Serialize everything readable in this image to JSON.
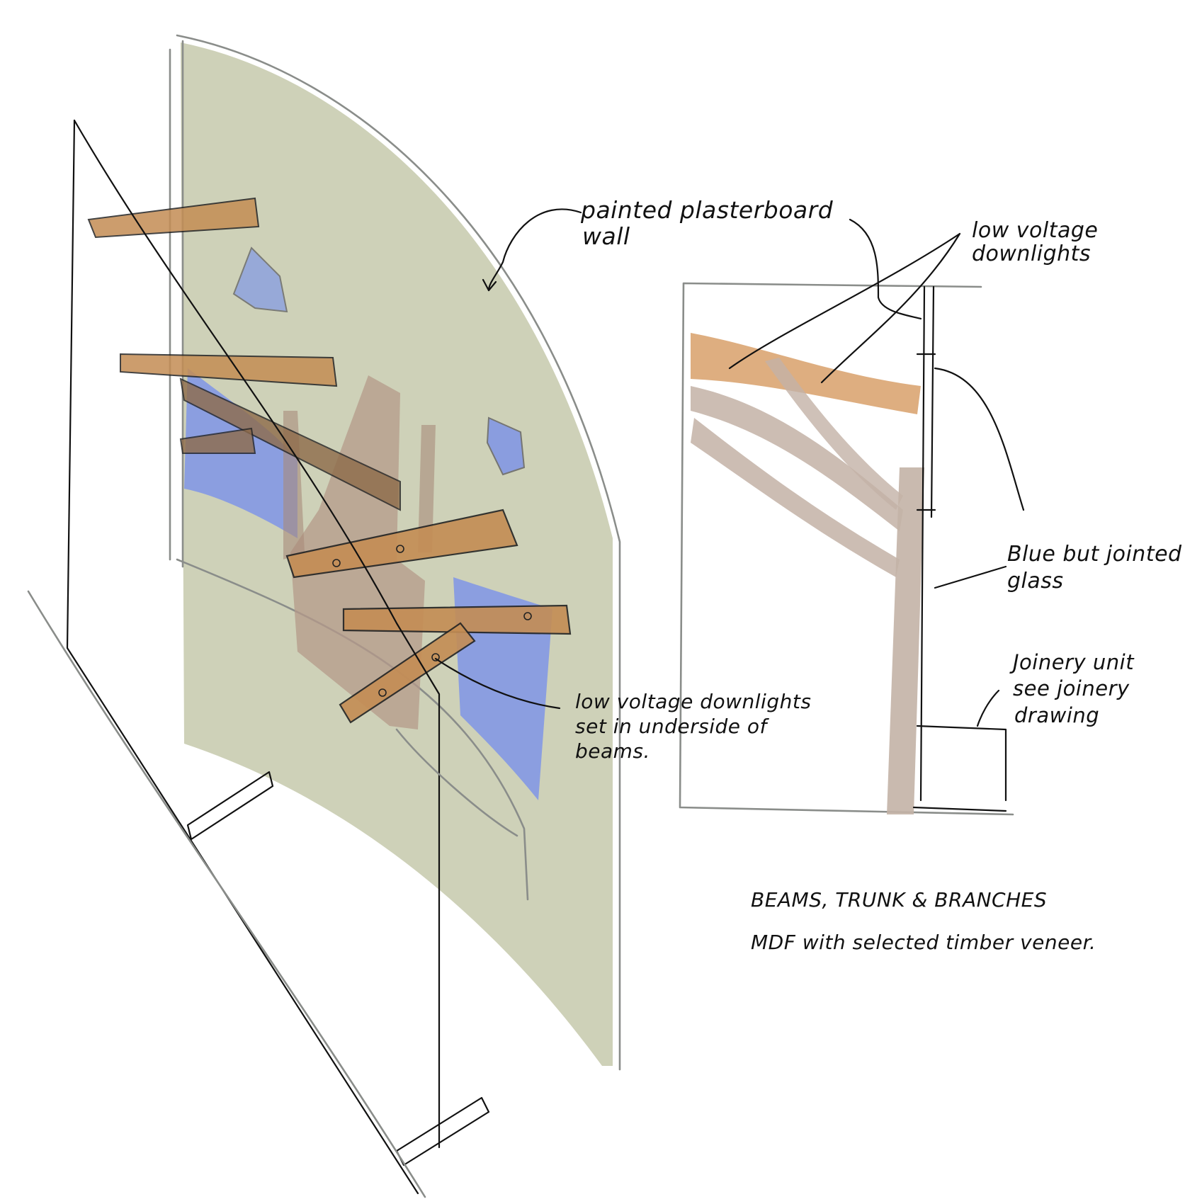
{
  "colors": {
    "wall": "#c9ccb0",
    "timber": "#c48d54",
    "timber_dark": "#8e6b4a",
    "glass": "#7f95e6",
    "trunk": "#c3b2a6",
    "pencil": "#8a8d8a",
    "ink": "#111111"
  },
  "annotations": {
    "wall_label_1": "painted plasterboard",
    "wall_label_2": "wall",
    "downlights_top_1": "low voltage",
    "downlights_top_2": "downlights",
    "glass_1": "Blue but jointed",
    "glass_2": "glass",
    "joinery_1": "Joinery unit",
    "joinery_2": "see joinery",
    "joinery_3": "drawing",
    "downlights_beams_1": "low voltage downlights",
    "downlights_beams_2": "set in underside of",
    "downlights_beams_3": "beams.",
    "materials_1": "BEAMS, TRUNK & BRANCHES",
    "materials_2": "MDF with selected timber veneer."
  }
}
